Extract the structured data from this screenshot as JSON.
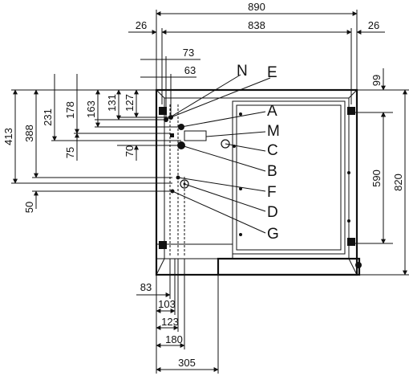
{
  "dims": {
    "total_width": "890",
    "inner_width": "838",
    "edge_left": "26",
    "edge_right": "26",
    "n_offset": "73",
    "e_offset": "63",
    "h_99": "99",
    "h_820": "820",
    "h_590": "590",
    "h_413": "413",
    "h_388": "388",
    "h_231": "231",
    "h_178": "178",
    "h_163": "163",
    "h_131": "131",
    "h_127": "127",
    "h_75": "75",
    "h_70": "70",
    "h_50": "50",
    "b_83": "83",
    "b_103": "103",
    "b_123": "123",
    "b_180": "180",
    "b_305": "305"
  },
  "labels": {
    "N": "N",
    "E": "E",
    "A": "A",
    "M": "M",
    "C": "C",
    "B": "B",
    "F": "F",
    "D": "D",
    "G": "G"
  }
}
